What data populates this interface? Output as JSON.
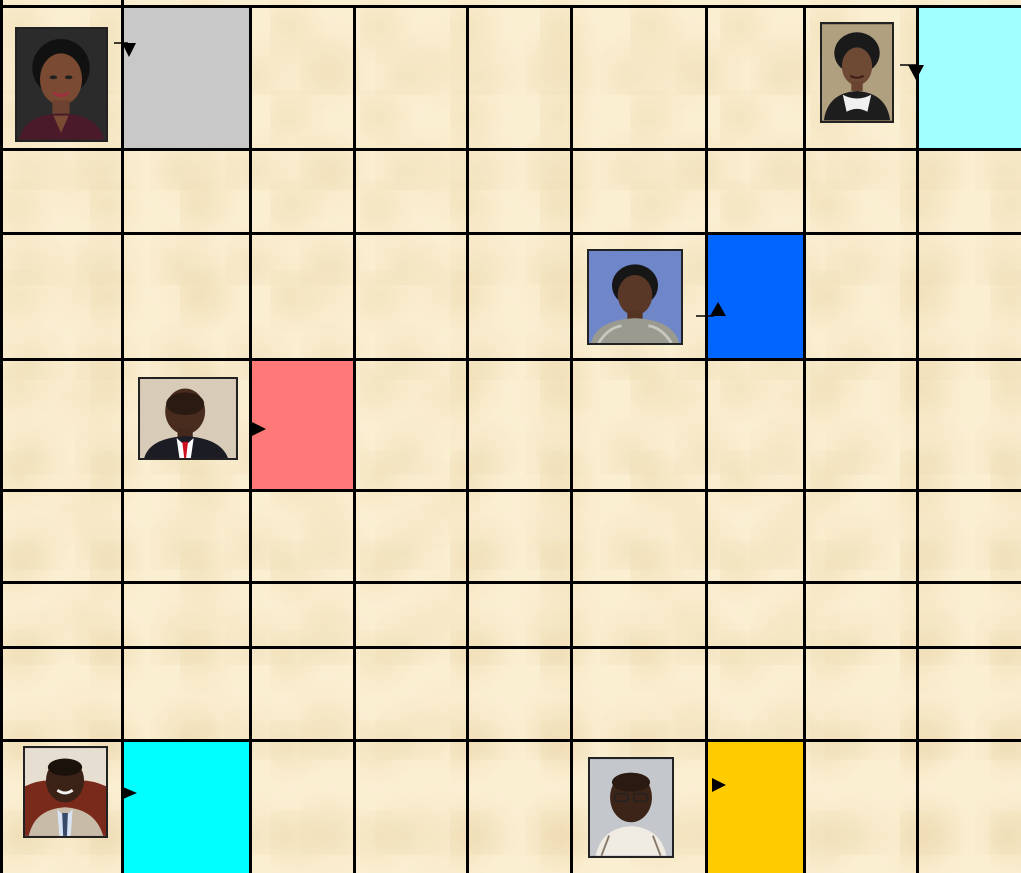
{
  "board": {
    "background_color": "#fbefd2",
    "grid_color": "#000000",
    "colored_squares": [
      {
        "name": "grey-square",
        "color": "#c8c8c8"
      },
      {
        "name": "light-cyan-square",
        "color": "#a0ffff"
      },
      {
        "name": "blue-square",
        "color": "#0066ff"
      },
      {
        "name": "salmon-square",
        "color": "#ff7878"
      },
      {
        "name": "cyan-square",
        "color": "#00ffff"
      },
      {
        "name": "gold-square",
        "color": "#ffcc00"
      }
    ]
  },
  "players": [
    {
      "name": "player-portrait-1",
      "icon": "woman-portrait-icon",
      "background": "#2b2b2b",
      "arrow": "down-arrow-icon"
    },
    {
      "name": "player-portrait-2",
      "icon": "woman-portrait-icon",
      "background": "#8a7a5a",
      "arrow": "down-arrow-icon"
    },
    {
      "name": "player-portrait-3",
      "icon": "woman-portrait-icon",
      "background": "#7a8cc8",
      "arrow": "up-arrow-icon"
    },
    {
      "name": "player-portrait-4",
      "icon": "man-portrait-icon",
      "background": "#c8b8a0",
      "arrow": "right-arrow-icon"
    },
    {
      "name": "player-portrait-5",
      "icon": "man-portrait-icon",
      "background": "#a89080",
      "arrow": "right-arrow-icon"
    },
    {
      "name": "player-portrait-6",
      "icon": "man-portrait-icon",
      "background": "#9aa0a8",
      "arrow": "right-arrow-icon"
    }
  ]
}
